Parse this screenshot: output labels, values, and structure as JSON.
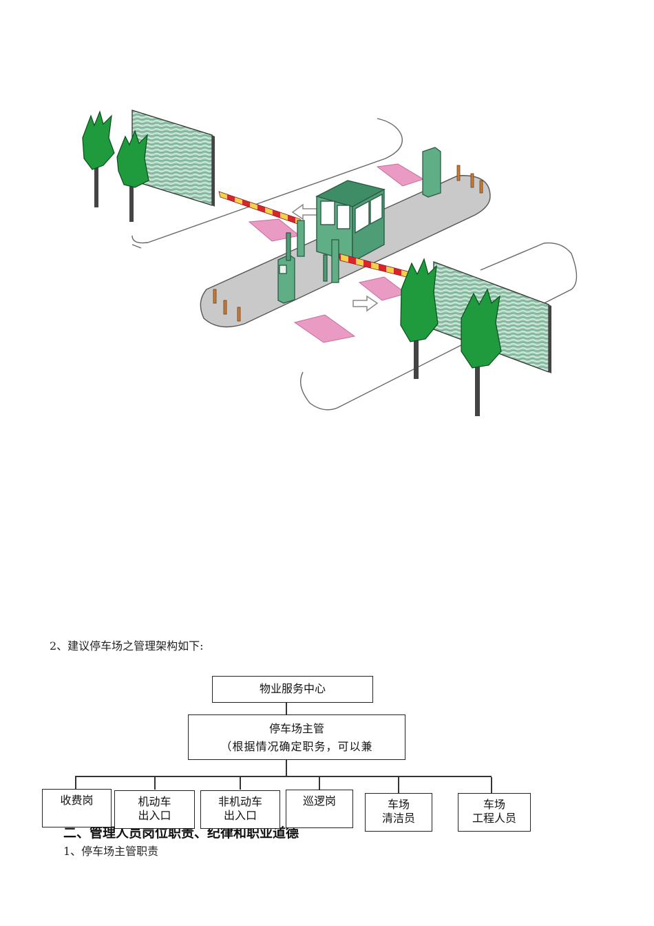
{
  "section_intro": "2、建议停车场之管理架构如下:",
  "org_chart": {
    "top": "物业服务中心",
    "manager": {
      "title": "停车场主管",
      "note": "（根据情况确定职务，可以兼"
    },
    "units": [
      {
        "lines": [
          "收费岗"
        ]
      },
      {
        "lines": [
          "机动车",
          "出入口"
        ]
      },
      {
        "lines": [
          "非机动车",
          "出入口"
        ]
      },
      {
        "lines": [
          "巡逻岗"
        ]
      },
      {
        "lines": [
          "车场",
          "清洁员"
        ]
      },
      {
        "lines": [
          "车场",
          "工程人员"
        ]
      }
    ]
  },
  "heading_2": "二、管理人员岗位职责、纪律和职业道德",
  "subheading_1": "1、停车场主管职责",
  "illustration": {
    "subject": "parking-entrance-diagram",
    "colors": {
      "booth": "#5fae86",
      "booth_roof": "#3f8d66",
      "island": "#c9c9c9",
      "marking": "#e99bc3",
      "tree": "#1f9a3c",
      "barrier_red": "#d8262a",
      "barrier_yellow": "#f3d24a",
      "wall": "#7fb79a"
    }
  }
}
